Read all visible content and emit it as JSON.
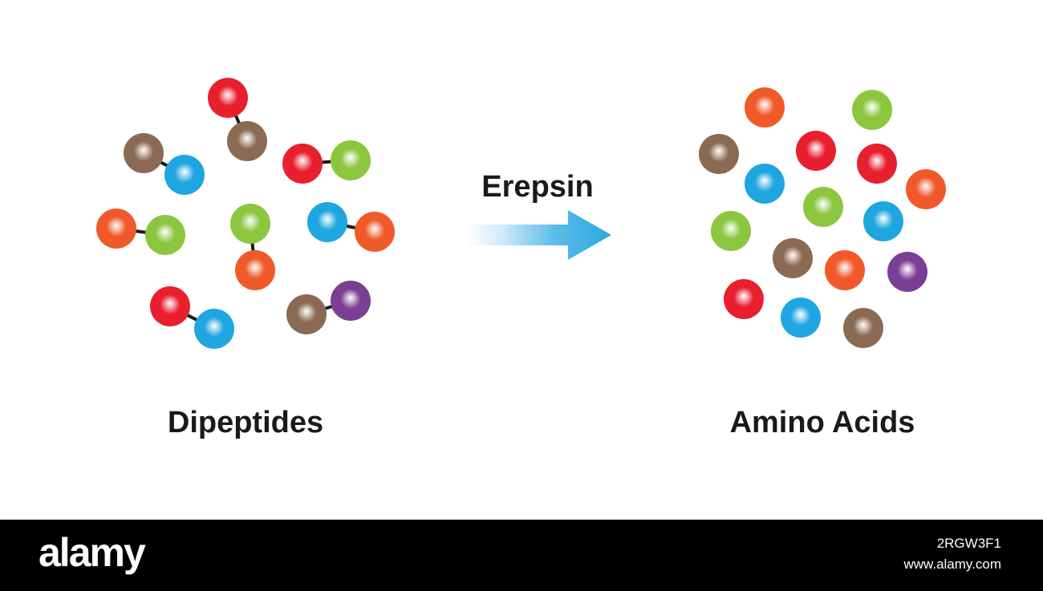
{
  "labels": {
    "left": "Dipeptides",
    "right": "Amino Acids",
    "enzyme": "Erepsin"
  },
  "footer": {
    "brand": "alamy",
    "image_id": "2RGW3F1",
    "url": "www.alamy.com"
  },
  "colors": {
    "red": "#e8202e",
    "brown": "#8a6a52",
    "blue": "#1fa6e0",
    "green": "#8cc63f",
    "orange": "#f05a2a",
    "purple": "#7a3f93",
    "arrow": "#2aa8e0",
    "bond": "#1a1a1a"
  },
  "dipeptides": [
    [
      "red",
      "brown"
    ],
    [
      "brown",
      "blue"
    ],
    [
      "red",
      "green"
    ],
    [
      "orange",
      "green"
    ],
    [
      "green",
      "orange"
    ],
    [
      "blue",
      "orange"
    ],
    [
      "red",
      "blue"
    ],
    [
      "brown",
      "purple"
    ]
  ],
  "amino_acids": [
    "orange",
    "green",
    "brown",
    "red",
    "red",
    "blue",
    "orange",
    "green",
    "green",
    "blue",
    "brown",
    "orange",
    "purple",
    "red",
    "blue",
    "brown"
  ]
}
